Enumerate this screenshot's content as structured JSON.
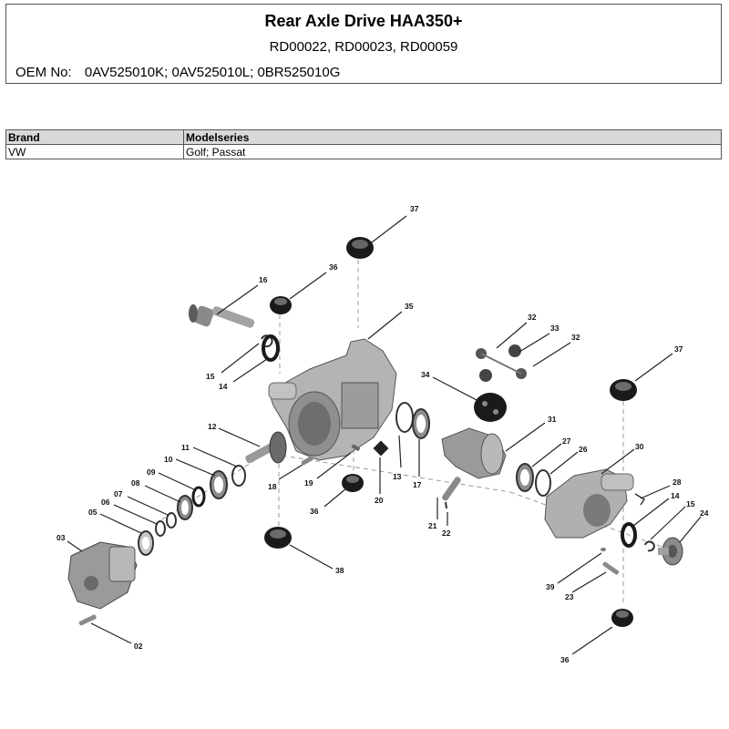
{
  "header": {
    "title": "Rear Axle Drive HAA350+",
    "references": "RD00022, RD00023, RD00059",
    "oem_label": "OEM No:",
    "oem_numbers": "0AV525010K; 0AV525010L; 0BR525010G"
  },
  "brand_table": {
    "headers": [
      "Brand",
      "Modelseries"
    ],
    "rows": [
      [
        "VW",
        "Golf; Passat"
      ]
    ]
  },
  "diagram": {
    "callouts": [
      "37",
      "36",
      "16",
      "35",
      "32",
      "33",
      "32",
      "34",
      "15",
      "14",
      "37",
      "12",
      "31",
      "11",
      "27",
      "26",
      "30",
      "10",
      "19",
      "13",
      "17",
      "09",
      "18",
      "28",
      "08",
      "14",
      "07",
      "20",
      "15",
      "06",
      "36",
      "24",
      "05",
      "21",
      "22",
      "03",
      "38",
      "39",
      "23",
      "02",
      "36"
    ]
  }
}
